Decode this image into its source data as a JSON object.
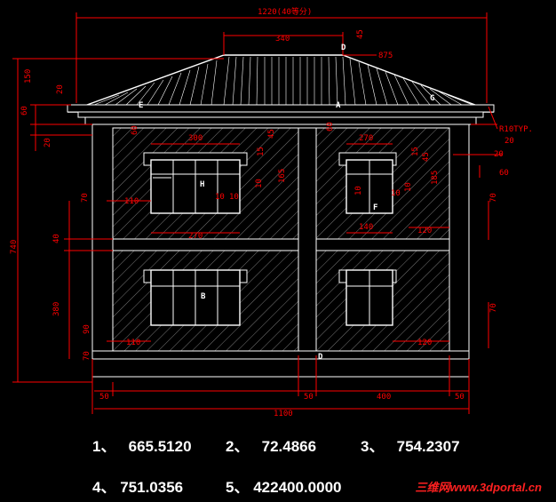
{
  "dims": {
    "top_total": "1220(40等分)",
    "ridge": "340",
    "ridge_v": "45",
    "eave_off": "875",
    "left_150": "150",
    "left_20a": "20",
    "left_60": "60",
    "left_20b": "20",
    "left_740": "740",
    "left_70": "70",
    "left_40": "40",
    "left_380": "380",
    "left_90": "90",
    "left_70b": "70",
    "right_r10": "R10TYP.",
    "right_20a": "20",
    "right_20b": "20",
    "right_60": "60",
    "right_70a": "70",
    "right_70b": "70",
    "win_300": "300",
    "win_270": "270",
    "win_110a": "110",
    "win_10a": "10",
    "win_10b": "10",
    "win_15": "15",
    "win_45": "45",
    "win_165": "165",
    "win_10c": "10",
    "win_60a": "60",
    "rwin_270": "270",
    "rwin_140": "140",
    "rwin_120": "120",
    "rwin_15": "15",
    "rwin_45": "45",
    "rwin_60": "60",
    "rwin_10a": "10",
    "rwin_10b": "10",
    "rwin_10c": "10",
    "rwin_185": "185",
    "low_110": "110",
    "low_120": "120",
    "bot_50a": "50",
    "bot_50b": "50",
    "bot_400": "400",
    "bot_50c": "50",
    "bot_1100": "1100"
  },
  "points": {
    "a": "A",
    "b": "B",
    "d": "D",
    "d2": "D",
    "e": "E",
    "f": "F",
    "g": "G",
    "h": "H"
  },
  "answers": [
    {
      "num": "1、",
      "val": "665.5120"
    },
    {
      "num": "2、",
      "val": "72.4866"
    },
    {
      "num": "3、",
      "val": "754.2307"
    },
    {
      "num": "4、",
      "val": "751.0356"
    },
    {
      "num": "5、",
      "val": "422400.0000"
    }
  ],
  "watermark": "三维网www.3dportal.cn",
  "colors": {
    "bg": "#000000",
    "line": "#ffffff",
    "dim": "#ff0000",
    "hatch": "#777777"
  }
}
